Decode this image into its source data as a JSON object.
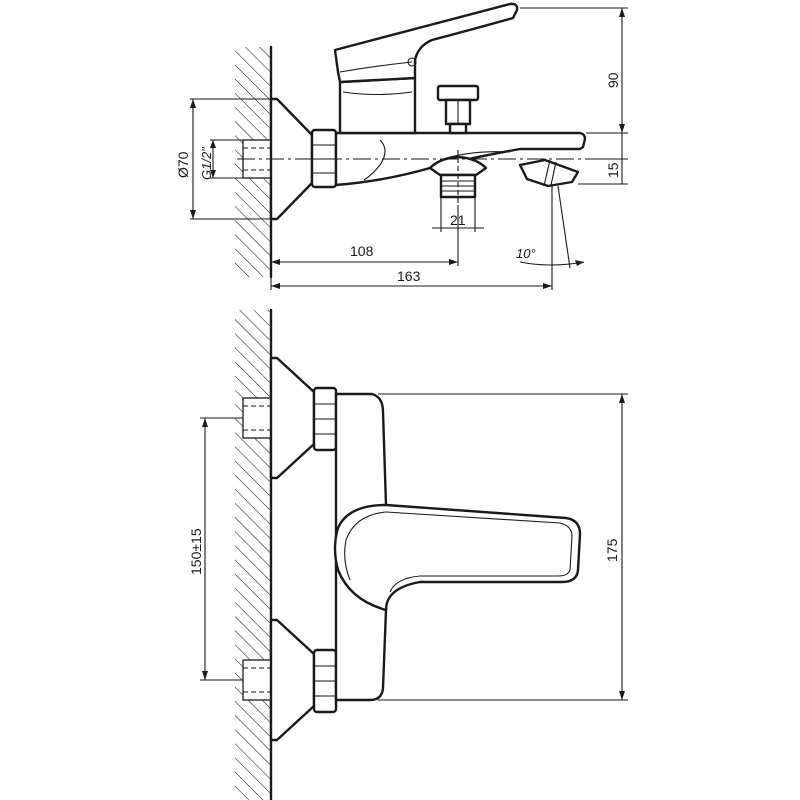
{
  "dimensions": {
    "height_90": "90",
    "height_15": "15",
    "diameter_70": "Ø70",
    "thread": "G1/2\"",
    "outlet_21": "21",
    "length_108": "108",
    "length_163": "163",
    "angle_10": "10°",
    "centers_150": "150±15",
    "width_175": "175"
  }
}
